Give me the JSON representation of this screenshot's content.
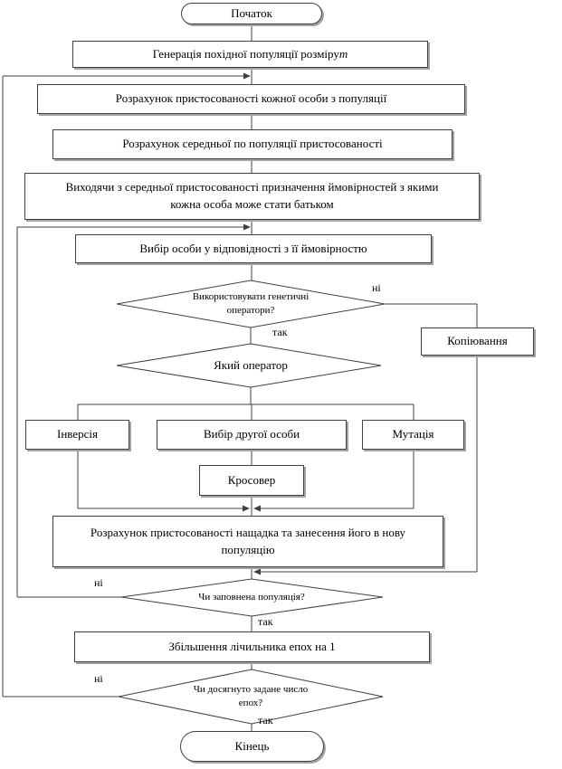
{
  "colors": {
    "line": "#404040",
    "fill": "#ffffff",
    "shadow": "#a3a3a3",
    "text": "#000000"
  },
  "flowchart": {
    "nodes": {
      "start": {
        "label": "Початок"
      },
      "generate_population": {
        "text": "Генерація похідної популяції розміру ",
        "italic_var": "m"
      },
      "fitness_each": {
        "text": "Розрахунок пристосованості кожної особи з популяції"
      },
      "fitness_average": {
        "text": "Розрахунок середньої по популяції пристосованості"
      },
      "assign_probabilities": {
        "text": "Виходячи з середньої пристосованості призначення ймовірностей з  якими\nкожна особа може стати батьком"
      },
      "select_individual": {
        "text": "Вибір особи у відповідності з її ймовірностю"
      },
      "use_genetic_operators": {
        "text": "Використовувати генетичні\nоператори?"
      },
      "copying": {
        "text": "Копіювання"
      },
      "which_operator": {
        "text": "Який оператор"
      },
      "inversion": {
        "text": "Інверсія"
      },
      "select_second_individual": {
        "text": "Вибір другої особи"
      },
      "mutation": {
        "text": "Мутація"
      },
      "crossover": {
        "text": "Кросовер"
      },
      "offspring_fitness": {
        "text": "Розрахунок пристосованості нащадка та занесення його в нову\nпопуляцію"
      },
      "population_filled": {
        "text": "Чи заповнена популяція?"
      },
      "increment_epoch": {
        "text": "Збільшення лічильника епох на 1"
      },
      "epochs_reached": {
        "text": "Чи досягнуто задане число\nепох?"
      },
      "end": {
        "label": "Кінець"
      }
    },
    "edge_labels": {
      "yes": "так",
      "no": "ні"
    }
  }
}
